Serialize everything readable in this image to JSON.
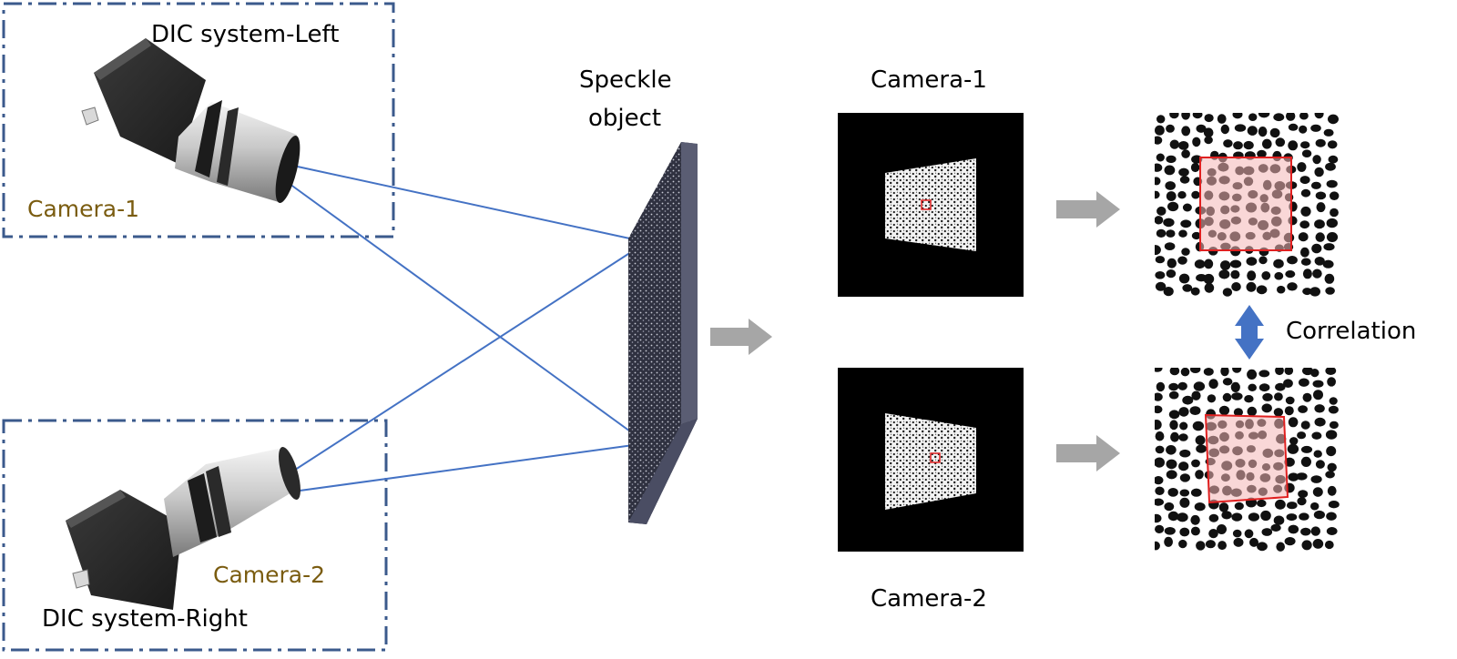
{
  "labels": {
    "dic_left": "DIC system-Left",
    "dic_right": "DIC system-Right",
    "camera1_left": "Camera-1",
    "camera2_left": "Camera-2",
    "speckle_line1": "Speckle",
    "speckle_line2": "object",
    "camera1_image": "Camera-1",
    "camera2_image": "Camera-2",
    "correlation": "Correlation"
  },
  "colors": {
    "frame": "#3b5a8c",
    "ray": "#4472c4",
    "camera_label": "#7a5c10",
    "arrow_gray": "#a6a6a6",
    "correlation_arrow": "#4472c4",
    "subset_fill": "#f4b6b6",
    "subset_stroke": "#e02020"
  }
}
